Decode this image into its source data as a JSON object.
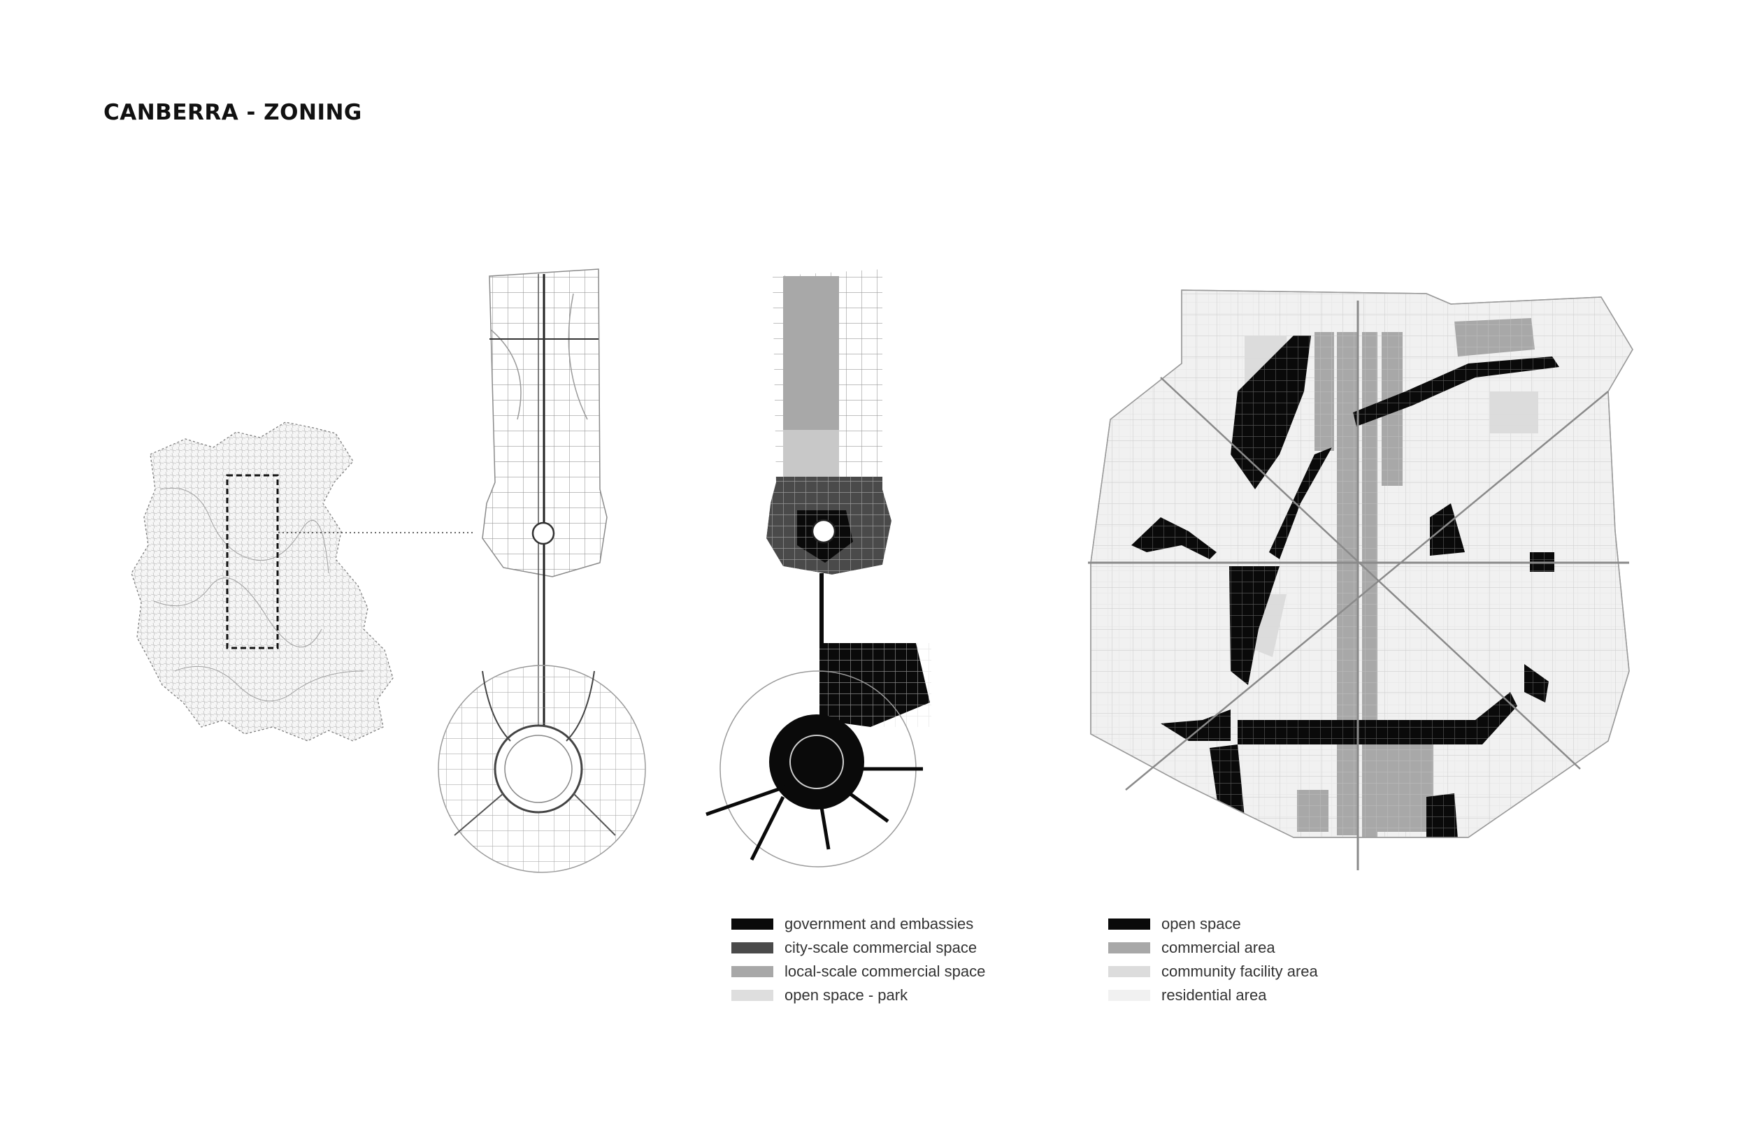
{
  "title": "CANBERRA - ZONING",
  "colors": {
    "black": "#0a0a0a",
    "dark_grey": "#4a4a4a",
    "mid_grey": "#aaaaaa",
    "light_grey": "#dcdcdc",
    "pale_grey": "#f1f1f1",
    "road": "#9a9a9a"
  },
  "legend_left": [
    {
      "label": "government and embassies",
      "color": "#0a0a0a"
    },
    {
      "label": "city-scale commercial space",
      "color": "#4a4a4a"
    },
    {
      "label": "local-scale commercial space",
      "color": "#a8a8a8"
    },
    {
      "label": "open space - park",
      "color": "#dedede"
    }
  ],
  "legend_right": [
    {
      "label": "open space",
      "color": "#0a0a0a"
    },
    {
      "label": "commercial area",
      "color": "#a8a8a8"
    },
    {
      "label": "community facility area",
      "color": "#dcdcdc"
    },
    {
      "label": "residential area",
      "color": "#f1f1f1"
    }
  ]
}
